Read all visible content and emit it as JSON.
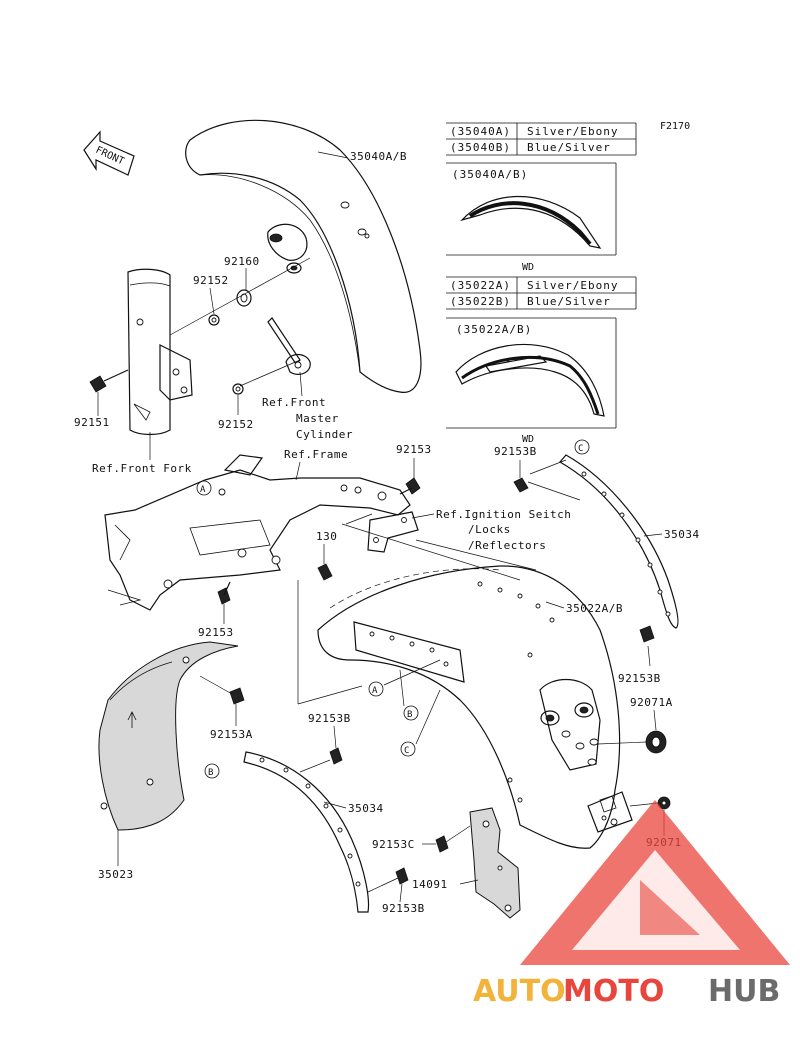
{
  "figure_code": "F2170",
  "front_arrow": "FRONT",
  "table_1": {
    "rows": [
      {
        "code": "(35040A)",
        "color": "Silver/Ebony"
      },
      {
        "code": "(35040B)",
        "color": "Blue/Silver"
      }
    ],
    "inset_label": "(35040A/B)"
  },
  "table_2": {
    "rows": [
      {
        "code": "(35022A)",
        "color": "Silver/Ebony"
      },
      {
        "code": "(35022B)",
        "color": "Blue/Silver"
      }
    ],
    "inset_label": "(35022A/B)",
    "top_tag": "WD",
    "bottom_tag": "WD"
  },
  "parts": {
    "p35040": "35040A/B",
    "p92160": "92160",
    "p92152a": "92152",
    "p92152b": "92152",
    "p92151": "92151",
    "ref_master_1": "Ref.Front",
    "ref_master_2": "Master",
    "ref_master_3": "Cylinder",
    "ref_front_fork": "Ref.Front Fork",
    "ref_frame": "Ref.Frame",
    "p92153_top": "92153",
    "p92153B_top": "92153B",
    "ref_ign_1": "Ref.Ignition Seitch",
    "ref_ign_2": "/Locks",
    "ref_ign_3": "/Reflectors",
    "p35034_right": "35034",
    "p130": "130",
    "p92153_mid": "92153",
    "p35022": "35022A/B",
    "p92153B_right": "92153B",
    "p92071A": "92071A",
    "p92153A": "92153A",
    "p92153B_mid": "92153B",
    "p35034_left": "35034",
    "p92153C": "92153C",
    "p92071": "92071",
    "p35023": "35023",
    "p14091": "14091",
    "p92153B_bottom": "92153B"
  },
  "circle_refs": {
    "A": "A",
    "B": "B",
    "C": "C"
  },
  "watermark": {
    "part1": "AUTO",
    "part2": "MOTO",
    "part3": "HUB",
    "color1": "#f2b33a",
    "color2": "#e8453c",
    "color3": "#6b6b6b"
  }
}
